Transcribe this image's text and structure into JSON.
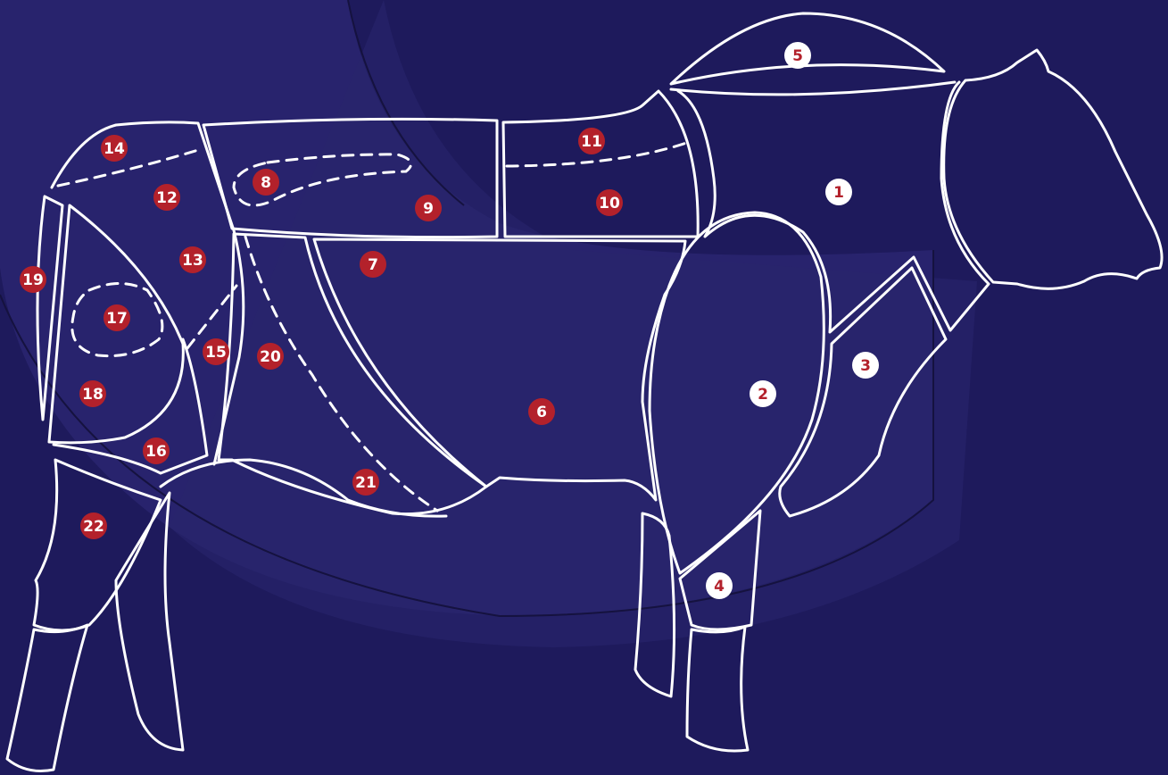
{
  "colors": {
    "background": "#1e1a5c",
    "glow": "#2a2670",
    "outline": "#ffffff",
    "badge_red": "#b3212b",
    "badge_white": "#ffffff",
    "text_on_red": "#ffffff",
    "text_on_white": "#b3212b"
  },
  "cuts": [
    {
      "label": "1",
      "style": "white"
    },
    {
      "label": "2",
      "style": "white"
    },
    {
      "label": "3",
      "style": "white"
    },
    {
      "label": "4",
      "style": "white"
    },
    {
      "label": "5",
      "style": "white"
    },
    {
      "label": "6",
      "style": "red"
    },
    {
      "label": "7",
      "style": "red"
    },
    {
      "label": "8",
      "style": "red"
    },
    {
      "label": "9",
      "style": "red"
    },
    {
      "label": "10",
      "style": "red"
    },
    {
      "label": "11",
      "style": "red"
    },
    {
      "label": "12",
      "style": "red"
    },
    {
      "label": "13",
      "style": "red"
    },
    {
      "label": "14",
      "style": "red"
    },
    {
      "label": "15",
      "style": "red"
    },
    {
      "label": "16",
      "style": "red"
    },
    {
      "label": "17",
      "style": "red"
    },
    {
      "label": "18",
      "style": "red"
    },
    {
      "label": "19",
      "style": "red"
    },
    {
      "label": "20",
      "style": "red"
    },
    {
      "label": "21",
      "style": "red"
    },
    {
      "label": "22",
      "style": "red"
    }
  ]
}
